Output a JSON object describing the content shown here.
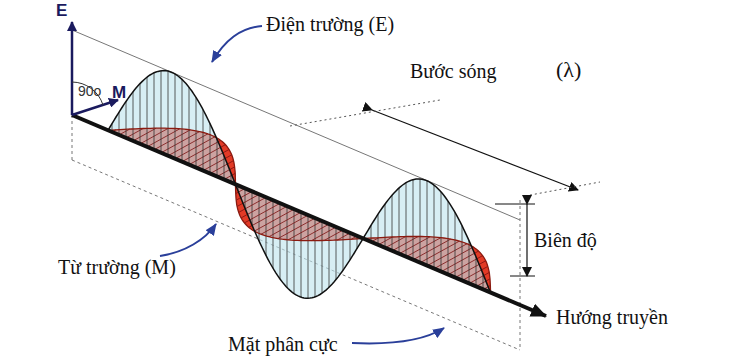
{
  "diagram": {
    "labels": [
      "E",
      "M",
      "90o",
      "Điện trường (E)",
      "Bước sóng",
      "(λ)",
      "Biên độ",
      "Từ trường (M)",
      "Hướng truyền",
      "Mặt phân cực"
    ]
  }
}
